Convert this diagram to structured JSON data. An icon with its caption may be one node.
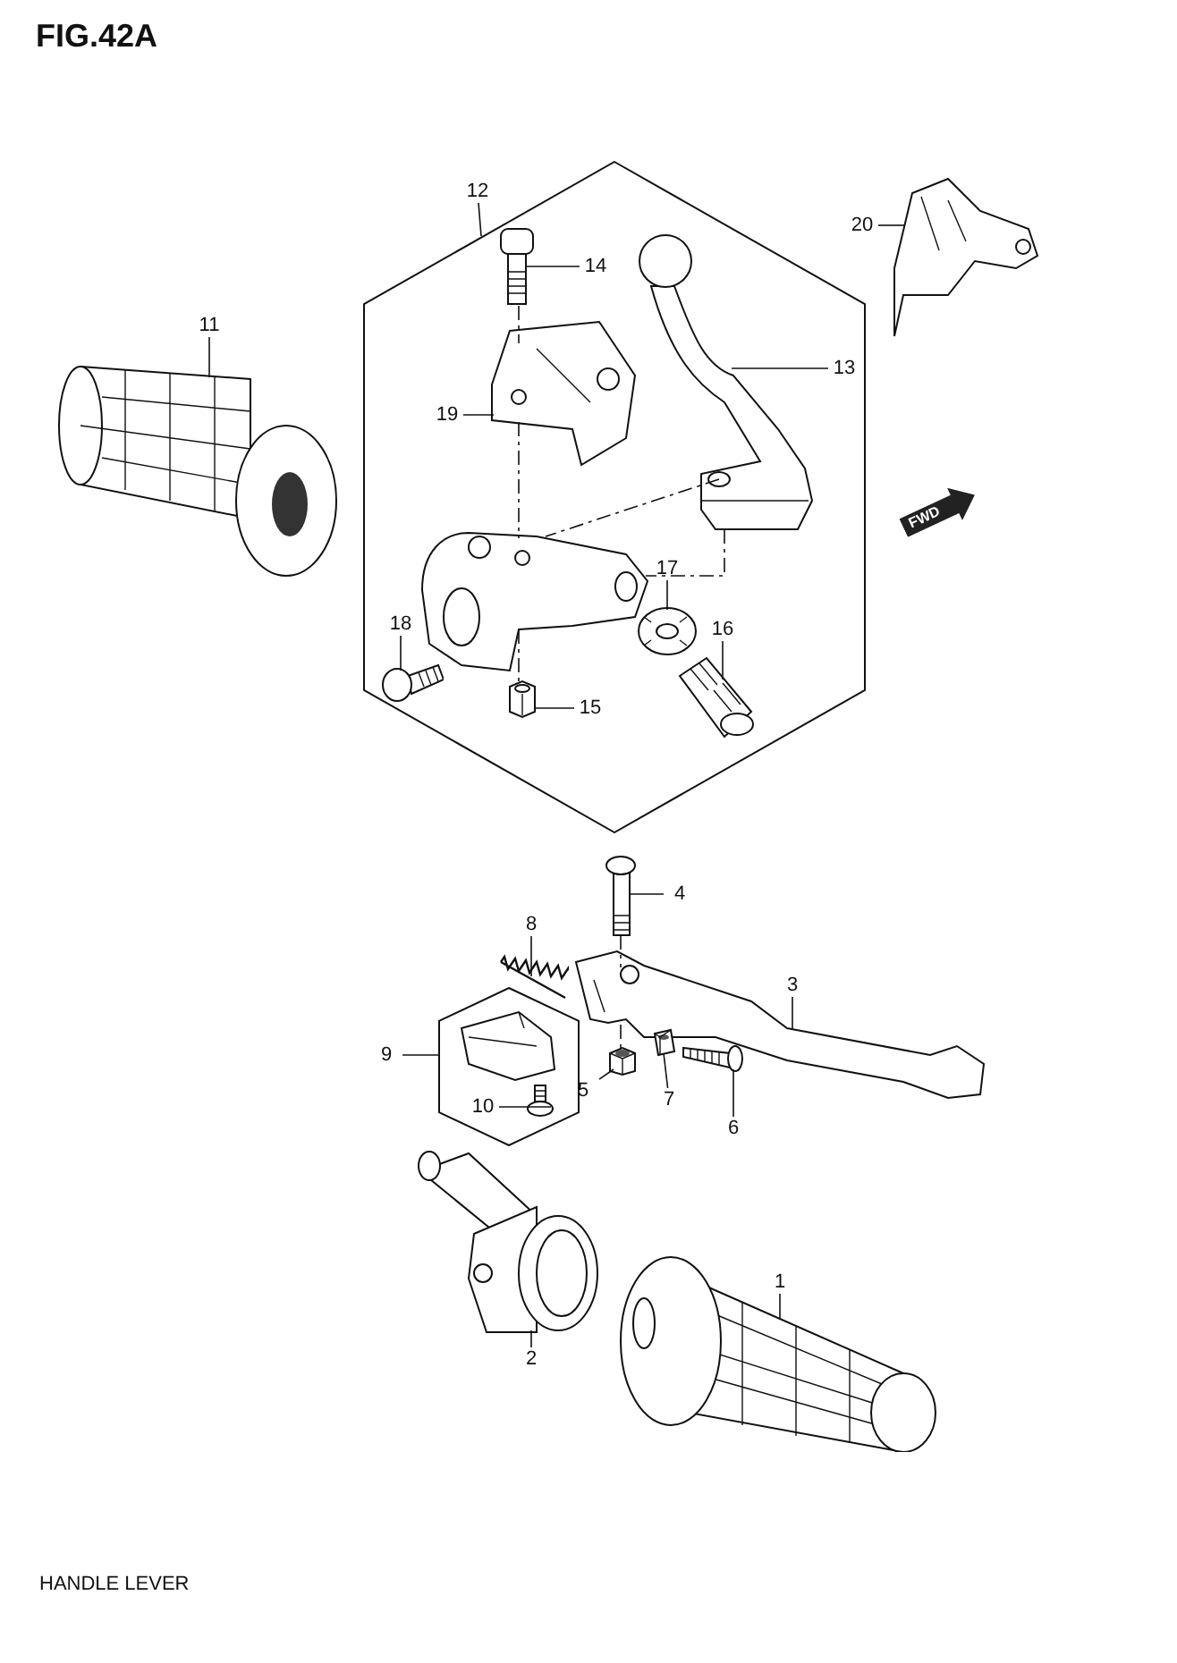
{
  "diagram": {
    "title": "FIG.42A",
    "caption": "HANDLE LEVER",
    "nodes": [
      {
        "text": [
          "12"
        ]
      },
      {
        "text": [],
        "shape": "hexagon"
      },
      {
        "text": [
          "14"
        ],
        "in": 1
      },
      {
        "text": [],
        "shape": "picture",
        "in": 1
      },
      {
        "text": [
          "20"
        ]
      },
      {
        "text": [],
        "shape": "picture"
      },
      {
        "text": [
          "13"
        ],
        "in": 1
      },
      {
        "text": [],
        "shape": "picture",
        "in": 1
      },
      {
        "text": [
          "11"
        ]
      },
      {
        "text": [],
        "shape": "picture"
      },
      {
        "text": [
          "19"
        ],
        "in": 1
      },
      {
        "text": [],
        "shape": "picture",
        "in": 1
      },
      {
        "text": [
          "17"
        ],
        "in": 1
      },
      {
        "text": [],
        "shape": "picture",
        "in": 1
      },
      {
        "text": [
          "18"
        ],
        "in": 1
      },
      {
        "text": [],
        "shape": "picture",
        "in": 1
      },
      {
        "text": [
          "16"
        ],
        "in": 1
      },
      {
        "text": [],
        "shape": "picture",
        "in": 1
      },
      {
        "text": [
          "15"
        ],
        "in": 1
      },
      {
        "text": [],
        "shape": "picture",
        "in": 1
      },
      {
        "text": [
          "4"
        ]
      },
      {
        "text": [],
        "shape": "picture"
      },
      {
        "text": [
          "8"
        ]
      },
      {
        "text": [],
        "shape": "picture"
      },
      {
        "text": [
          "3"
        ]
      },
      {
        "text": [],
        "shape": "picture"
      },
      {
        "text": [
          "9"
        ]
      },
      {
        "text": [],
        "shape": "hexagon"
      },
      {
        "text": [
          "10"
        ],
        "in": 27
      },
      {
        "text": [],
        "shape": "picture",
        "in": 27
      },
      {
        "text": [
          "5"
        ]
      },
      {
        "text": [],
        "shape": "picture"
      },
      {
        "text": [
          "7"
        ]
      },
      {
        "text": [],
        "shape": "picture"
      },
      {
        "text": [
          "6"
        ]
      },
      {
        "text": [],
        "shape": "picture"
      },
      {
        "text": [
          "2"
        ]
      },
      {
        "text": [],
        "shape": "picture"
      },
      {
        "text": [
          "1"
        ]
      },
      {
        "text": [],
        "shape": "picture"
      },
      {
        "text": [],
        "shape": "picture",
        "in": 1
      }
    ],
    "edges": [
      {
        "from": 0,
        "to": 1,
        "arrow": "none"
      },
      {
        "from": 2,
        "to": 3,
        "arrow": "none"
      },
      {
        "from": 4,
        "to": 5,
        "arrow": "none"
      },
      {
        "from": 6,
        "to": 7,
        "arrow": "none"
      },
      {
        "from": 8,
        "to": 9,
        "arrow": "none"
      },
      {
        "from": 10,
        "to": 11,
        "arrow": "none"
      },
      {
        "from": 12,
        "to": 13,
        "arrow": "none"
      },
      {
        "from": 14,
        "to": 15,
        "arrow": "none"
      },
      {
        "from": 16,
        "to": 17,
        "arrow": "none"
      },
      {
        "from": 18,
        "to": 19,
        "arrow": "none"
      },
      {
        "from": 20,
        "to": 21,
        "arrow": "none"
      },
      {
        "from": 22,
        "to": 23,
        "arrow": "none"
      },
      {
        "from": 24,
        "to": 25,
        "arrow": "none"
      },
      {
        "from": 26,
        "to": 27,
        "arrow": "none"
      },
      {
        "from": 28,
        "to": 29,
        "arrow": "none"
      },
      {
        "from": 30,
        "to": 31,
        "arrow": "none"
      },
      {
        "from": 32,
        "to": 33,
        "arrow": "none"
      },
      {
        "from": 34,
        "to": 35,
        "arrow": "none"
      },
      {
        "from": 36,
        "to": 37,
        "arrow": "none"
      },
      {
        "from": 38,
        "to": 39,
        "arrow": "none"
      },
      {
        "from": 3,
        "to": 11,
        "arrow": "none",
        "style": "dashed"
      },
      {
        "from": 11,
        "to": 40,
        "arrow": "none",
        "style": "dashed"
      },
      {
        "from": 7,
        "to": 40,
        "arrow": "none",
        "style": "dashed"
      },
      {
        "from": 7,
        "to": 40,
        "arrow": "none",
        "style": "dashed"
      },
      {
        "from": 40,
        "to": 19,
        "arrow": "none",
        "style": "dashed"
      },
      {
        "from": 21,
        "to": 25,
        "arrow": "none",
        "style": "dashed"
      },
      {
        "from": 25,
        "to": 31,
        "arrow": "none",
        "style": "dashed"
      }
    ],
    "labels": [
      "FWD"
    ]
  }
}
